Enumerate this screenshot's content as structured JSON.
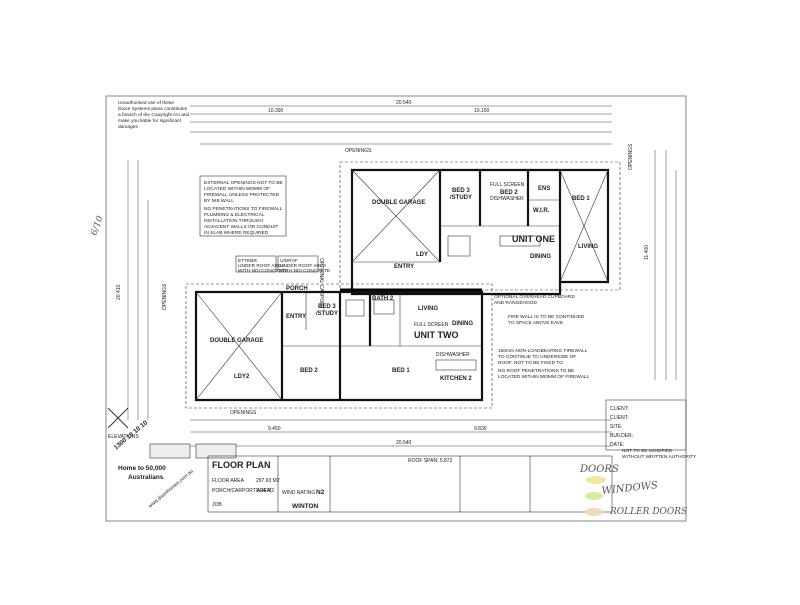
{
  "copyright_note": [
    "Unauthorised use of these",
    "Dixon Systems plans constitutes",
    "a breach of the Copyright Act and",
    "make you liable for significant",
    "damages"
  ],
  "dims": {
    "overall_top": "20.540",
    "top_left": "10.390",
    "top_right": "10.150",
    "overall_bottom": "20.540",
    "bottom_left": "9.450",
    "bottom_right": "9.830",
    "left_total": "20.410",
    "right_total": "11.400"
  },
  "openings": [
    "OPENINGS",
    "OPENINGS",
    "OPENINGS",
    "OPENINGS"
  ],
  "notes": {
    "external_openings": [
      "EXTERNAL OPENINGS NOT TO BE",
      "LOCATED WITHIN 900MM OF",
      "FIREWALL UNLESS PROTECTED",
      "BY NIB WALL"
    ],
    "penetrations": [
      "NO PENETRATIONS TO FIREWALL",
      "PLUMBING & ELECTRICAL",
      "INSTALLATION THROUGH",
      "ADJACENT WALLS OR CONDUIT",
      "IN SLAB WHERE REQUIRED"
    ],
    "under_roof_left": [
      "ETTEBR",
      "UNDER ROOF AREA",
      "WITH NDI CONCRETE"
    ],
    "under_roof_right": [
      "U/DRAF",
      "UNDER ROOF AREA",
      "WITH NDI CONCRETE"
    ],
    "overhead": [
      "OPTIONAL OVERHEAD CUPBOARD",
      "AND RANGEHOOD"
    ],
    "firewall_continue": [
      "FIRE WALL IS TO BE CONTINUED",
      "TO SPACE ABOVE EAVE"
    ],
    "non_loadbearing": [
      "150mm NON-LOADBEARING FIREWALL",
      "TO CONTINUE TO UNDERSIDE OF",
      "ROOF. NOT TO BE FIXED TO"
    ],
    "no_roof_pen": [
      "NO ROOF PENETRATIONS TO BE",
      "LOCATED WITHIN 900MM OF FIREWALL"
    ],
    "optional_carport": "OPTIONAL CARPORT",
    "no_modify": [
      "NOT TO BE MODIFIED",
      "WITHOUT WRITTEN AUTHORITY"
    ]
  },
  "rooms": {
    "double_garage_top": "DOUBLE GARAGE",
    "bed3_top": "BED 3",
    "study_top": "/STUDY",
    "bed2_top": "BED 2",
    "ens": "ENS",
    "wir_top": "W.I.R.",
    "bed1_top": "BED 1",
    "unit_one": "UNIT ONE",
    "living_top": "LIVING",
    "dining_top": "DINING",
    "entry_top": "ENTRY",
    "ldy_top": "LDY",
    "porch": "PORCH",
    "entry_bottom": "ENTRY",
    "bed3_bottom": "BED 3",
    "study_bottom": "/STUDY",
    "bath2": "BATH 2",
    "living_bottom": "LIVING",
    "dining_bottom": "DINING",
    "unit_two": "UNIT TWO",
    "double_garage_bottom": "DOUBLE GARAGE",
    "ldy_bottom": "LDY2",
    "bed2_bottom": "BED 2",
    "bed1_bottom": "BED 1",
    "kitchen": "KITCHEN 2",
    "full_screen_top": "FULL SCREEN",
    "full_screen_bottom": "FULL SCREEN",
    "dishwasher_top": "DISHWASHER",
    "dishwasher_bottom": "DISHWASHER"
  },
  "title_block": {
    "brand_left": "ELEVATIONS",
    "phone": "1300 10 10 10",
    "tagline_1": "Home to 50,000",
    "tagline_2": "Australians",
    "website": "www.dixonhomes.com.au",
    "floor_plan": "FLOOR PLAN",
    "floor_area_label": "FLOOR AREA",
    "floor_area_value": "297.63 M2",
    "porch_label": "PORCH/CARPORT AREA",
    "porch_value": "8.94 M2",
    "wind_label": "WIND RATING",
    "wind_value": "N2",
    "job_label": "JOB",
    "job_name": "WINTON",
    "roof_span": "ROOF SPAN: 5.872"
  },
  "client_block": {
    "client": "CLIENT:",
    "client2": "CLIENT:",
    "site": "SITE:",
    "builder": "BUILDER:",
    "date": "DATE:"
  },
  "handwriting": {
    "top_left": "6/10",
    "doors": "DOORS",
    "windows": "WINDOWS",
    "roller": "ROLLER DOORS"
  }
}
